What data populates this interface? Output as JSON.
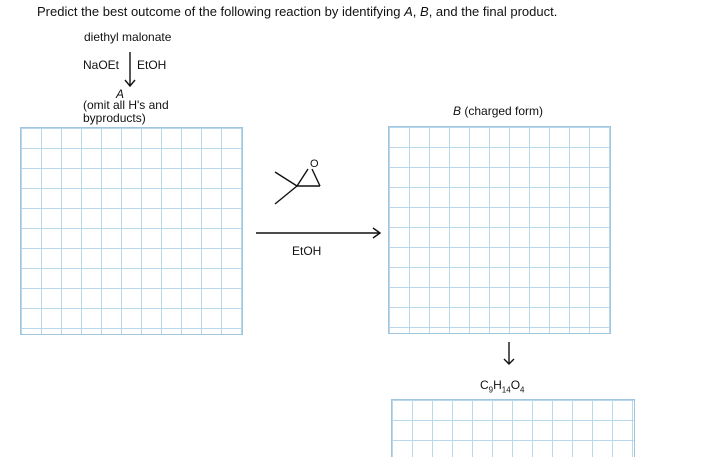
{
  "question": {
    "prompt_prefix": "Predict the best outcome of the following reaction by identifying ",
    "var_a": "A",
    "sep1": ", ",
    "var_b": "B",
    "prompt_suffix": ", and the final product."
  },
  "reaction": {
    "starting_material": "diethyl malonate",
    "base": "NaOEt",
    "solvent": "EtOH",
    "intermediate_label": "A",
    "omit_note_line1": "(omit all H's and",
    "omit_note_line2": "byproducts)",
    "epoxide_atom": "O",
    "step2_solvent": "EtOH",
    "b_label": "B",
    "b_note": " (charged form)",
    "product_formula": {
      "c": "C",
      "c_count": "9",
      "h": "H",
      "h_count": "14",
      "o": "O",
      "o_count": "4"
    }
  },
  "colors": {
    "grid_line": "#b9d7ea",
    "grid_border": "#9fc6de",
    "text": "#111111"
  },
  "icons": [
    "down-arrow-icon",
    "right-arrow-icon",
    "epoxide-structure"
  ]
}
